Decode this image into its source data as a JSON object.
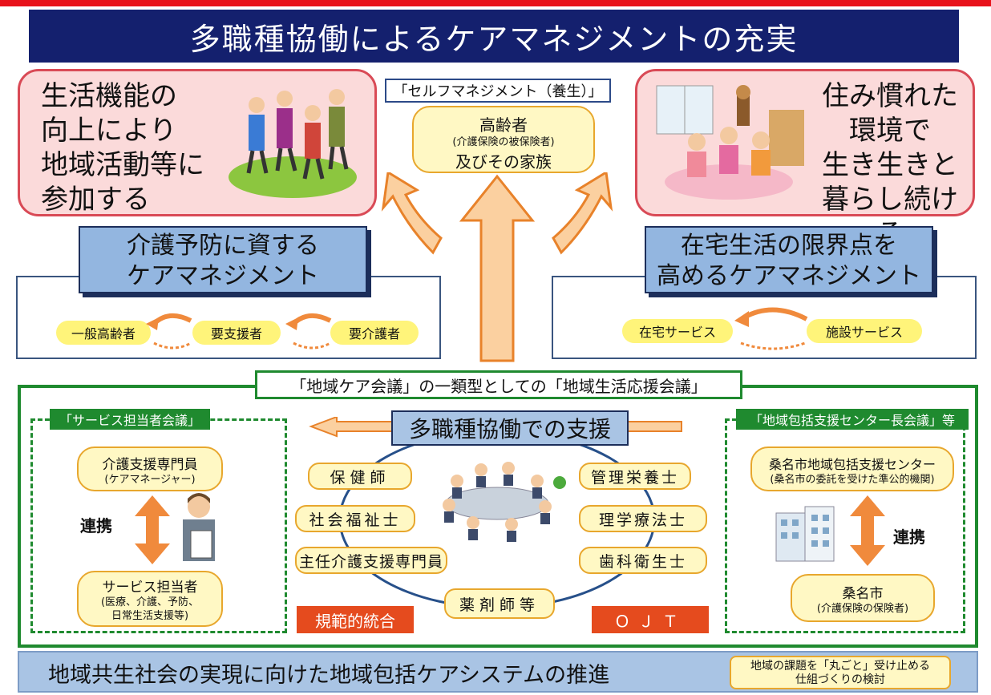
{
  "title": "多職種協働によるケアマネジメントの充実",
  "top_left": {
    "lines": [
      "生活機能の",
      "向上により",
      "地域活動等に",
      "参加する"
    ]
  },
  "top_right": {
    "lines": [
      "住み慣れた",
      "環境で",
      "生き生きと",
      "暮らし続ける"
    ]
  },
  "self_management": "「セルフマネジメント（養生）」",
  "elderly_box": {
    "line1": "高齢者",
    "line2": "(介護保険の被保険者)",
    "line3": "及びその家族"
  },
  "left_care": {
    "heading": [
      "介護予防に資する",
      "ケアマネジメント"
    ],
    "pills": [
      "一般高齢者",
      "要支援者",
      "要介護者"
    ]
  },
  "right_care": {
    "heading": [
      "在宅生活の限界点を",
      "高めるケアマネジメント"
    ],
    "pills": [
      "在宅サービス",
      "施設サービス"
    ]
  },
  "regional_meeting": "「地域ケア会議」の一類型としての「地域生活応援会議」",
  "left_panel": {
    "label": "「サービス担当者会議」",
    "box1": {
      "line1": "介護支援専門員",
      "line2": "(ケアマネージャー)"
    },
    "link": "連携",
    "box2": {
      "line1": "サービス担当者",
      "line2": "(医療、介護、予防、",
      "line3": "日常生活支援等)"
    }
  },
  "center": {
    "heading": "多職種協働での支援",
    "roles_left": [
      "保健師",
      "社会福祉士",
      "主任介護支援専門員"
    ],
    "roles_right": [
      "管理栄養士",
      "理学療法士",
      "歯科衛生士"
    ],
    "role_bottom": "薬剤師等",
    "label_left": "規範的統合",
    "label_right": "ＯＪＴ"
  },
  "right_panel": {
    "label": "「地域包括支援センター長会議」等",
    "box1": {
      "line1": "桑名市地域包括支援センター",
      "line2": "(桑名市の委託を受けた準公的機関)"
    },
    "link": "連携",
    "box2": {
      "line1": "桑名市",
      "line2": "(介護保険の保険者)"
    }
  },
  "bottom": {
    "main": "地域共生社会の実現に向けた地域包括ケアシステムの推進",
    "note": [
      "地域の課題を「丸ごと」受け止める",
      "仕組づくりの検討"
    ]
  },
  "colors": {
    "navy": "#14206e",
    "pink": "#fbdada",
    "green": "#1f8a2f",
    "orange": "#f08a3c",
    "yellow": "#fff47a"
  }
}
